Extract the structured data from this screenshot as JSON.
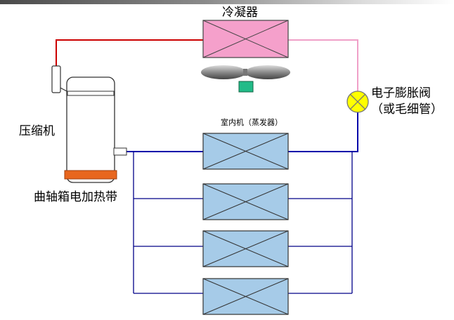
{
  "labels": {
    "condenser": "冷凝器",
    "compressor": "压缩机",
    "crankcase_heater": "曲轴箱电加热带",
    "indoor_unit": "室内机（蒸发器）",
    "expansion_valve_line1": "电子膨胀阀",
    "expansion_valve_line2": "（或毛细管）"
  },
  "colors": {
    "condenser_fill": "#f5a0cb",
    "indoor_unit_fill": "#a6cbe8",
    "hot_line": "#cc0000",
    "pink_line": "#f0a0c8",
    "liquid_line": "#0000aa",
    "valve_fill": "#ffff00",
    "heater_fill": "#e8661e",
    "fan_motor": "#22bb88"
  }
}
